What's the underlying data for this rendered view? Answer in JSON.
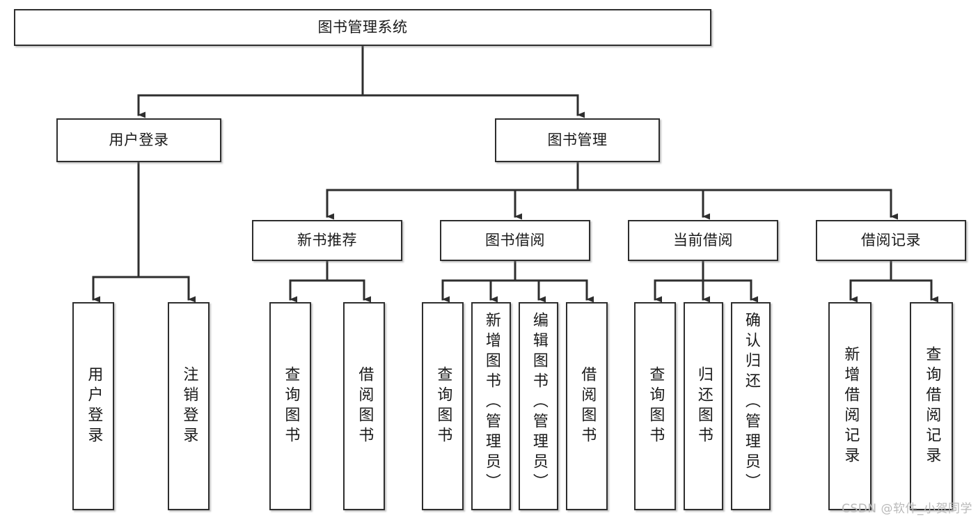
{
  "diagram": {
    "title": "图书管理系统",
    "watermark": "CSDN @软件_小贺同学",
    "line_color": "#2e2e2e",
    "box_fill": "#ffffff",
    "text_color": "#1a1a1a",
    "nodes": {
      "root": "图书管理系统",
      "user_login": "用户登录",
      "book_manage": "图书管理",
      "new_book_recommend": "新书推荐",
      "book_borrow": "图书借阅",
      "current_borrow": "当前借阅",
      "borrow_record": "借阅记录",
      "leaf_user_login": "用户登录",
      "leaf_logout_login": "注销登录",
      "leaf_query_book_1": "查询图书",
      "leaf_borrow_book_1": "借阅图书",
      "leaf_query_book_2": "查询图书",
      "leaf_add_book_admin": "新增图书（管理员）",
      "leaf_edit_book_admin": "编辑图书（管理员）",
      "leaf_borrow_book_2": "借阅图书",
      "leaf_query_book_3": "查询图书",
      "leaf_return_book": "归还图书",
      "leaf_confirm_return_admin": "确认归还（管理员）",
      "leaf_add_borrow_record": "新增借阅记录",
      "leaf_query_borrow_record": "查询借阅记录"
    }
  },
  "chart_data": {
    "type": "diagram",
    "title": "图书管理系统",
    "orientation": "top-down-tree",
    "levels": 4,
    "tree": {
      "label": "图书管理系统",
      "children": [
        {
          "label": "用户登录",
          "children": [
            {
              "label": "用户登录",
              "children": []
            },
            {
              "label": "注销登录",
              "children": []
            }
          ]
        },
        {
          "label": "图书管理",
          "children": [
            {
              "label": "新书推荐",
              "children": [
                {
                  "label": "查询图书",
                  "children": []
                },
                {
                  "label": "借阅图书",
                  "children": []
                }
              ]
            },
            {
              "label": "图书借阅",
              "children": [
                {
                  "label": "查询图书",
                  "children": []
                },
                {
                  "label": "新增图书（管理员）",
                  "children": []
                },
                {
                  "label": "编辑图书（管理员）",
                  "children": []
                },
                {
                  "label": "借阅图书",
                  "children": []
                }
              ]
            },
            {
              "label": "当前借阅",
              "children": [
                {
                  "label": "查询图书",
                  "children": []
                },
                {
                  "label": "归还图书",
                  "children": []
                },
                {
                  "label": "确认归还（管理员）",
                  "children": []
                }
              ]
            },
            {
              "label": "借阅记录",
              "children": [
                {
                  "label": "新增借阅记录",
                  "children": []
                },
                {
                  "label": "查询借阅记录",
                  "children": []
                }
              ]
            }
          ]
        }
      ]
    }
  }
}
